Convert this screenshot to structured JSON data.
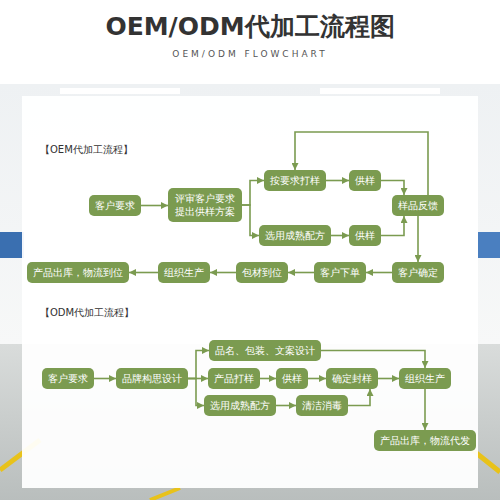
{
  "diagram": {
    "title": "OEM/ODM代加工流程图",
    "nodes": [
      {
        "text": [
          "客户要求"
        ]
      },
      {
        "text": [
          "评审客户要求 提出供样方案"
        ]
      },
      {
        "text": [
          "按要求打样"
        ]
      },
      {
        "text": [
          "供样"
        ]
      },
      {
        "text": [
          "选用成熟配方"
        ]
      },
      {
        "text": [
          "供样"
        ]
      },
      {
        "text": [
          "样品反馈"
        ]
      },
      {
        "text": [
          "客户确定"
        ]
      },
      {
        "text": [
          "客户下单"
        ]
      },
      {
        "text": [
          "包材到位"
        ]
      },
      {
        "text": [
          "组织生产"
        ]
      },
      {
        "text": [
          "产品出库，物流到位"
        ]
      },
      {
        "text": [
          "客户要求"
        ]
      },
      {
        "text": [
          "品牌构思设计"
        ]
      },
      {
        "text": [
          "品名、包装、文案设计"
        ]
      },
      {
        "text": [
          "产品打样"
        ]
      },
      {
        "text": [
          "供样"
        ]
      },
      {
        "text": [
          "确定封样"
        ]
      },
      {
        "text": [
          "选用成熟配方"
        ]
      },
      {
        "text": [
          "清洁消毒"
        ]
      },
      {
        "text": [
          "组织生产"
        ]
      },
      {
        "text": [
          "产品出库，物流代发"
        ]
      }
    ],
    "edges": [
      {
        "from": 0,
        "to": 1,
        "arrow": "to"
      },
      {
        "from": 1,
        "to": 2,
        "arrow": "to"
      },
      {
        "from": 1,
        "to": 4,
        "arrow": "to"
      },
      {
        "from": 2,
        "to": 3,
        "arrow": "to"
      },
      {
        "from": 4,
        "to": 5,
        "arrow": "to"
      },
      {
        "from": 3,
        "to": 6,
        "arrow": "to"
      },
      {
        "from": 5,
        "to": 6,
        "arrow": "to"
      },
      {
        "from": 6,
        "to": 2,
        "arrow": "to"
      },
      {
        "from": 6,
        "to": 7,
        "arrow": "to"
      },
      {
        "from": 7,
        "to": 8,
        "arrow": "to"
      },
      {
        "from": 8,
        "to": 9,
        "arrow": "to"
      },
      {
        "from": 9,
        "to": 10,
        "arrow": "to"
      },
      {
        "from": 10,
        "to": 11,
        "arrow": "to"
      },
      {
        "from": 12,
        "to": 13,
        "arrow": "to"
      },
      {
        "from": 13,
        "to": 14,
        "arrow": "to"
      },
      {
        "from": 13,
        "to": 15,
        "arrow": "to"
      },
      {
        "from": 13,
        "to": 18,
        "arrow": "to"
      },
      {
        "from": 15,
        "to": 16,
        "arrow": "to"
      },
      {
        "from": 16,
        "to": 17,
        "arrow": "to"
      },
      {
        "from": 18,
        "to": 19,
        "arrow": "to"
      },
      {
        "from": 19,
        "to": 17,
        "arrow": "to"
      },
      {
        "from": 14,
        "to": 20,
        "arrow": "to"
      },
      {
        "from": 17,
        "to": 20,
        "arrow": "to"
      },
      {
        "from": 20,
        "to": 21,
        "arrow": "to"
      }
    ],
    "labels": [
      "OEM/ODM FLOWCHART",
      "【OEM代加工流程】",
      "【ODM代加工流程】"
    ]
  }
}
